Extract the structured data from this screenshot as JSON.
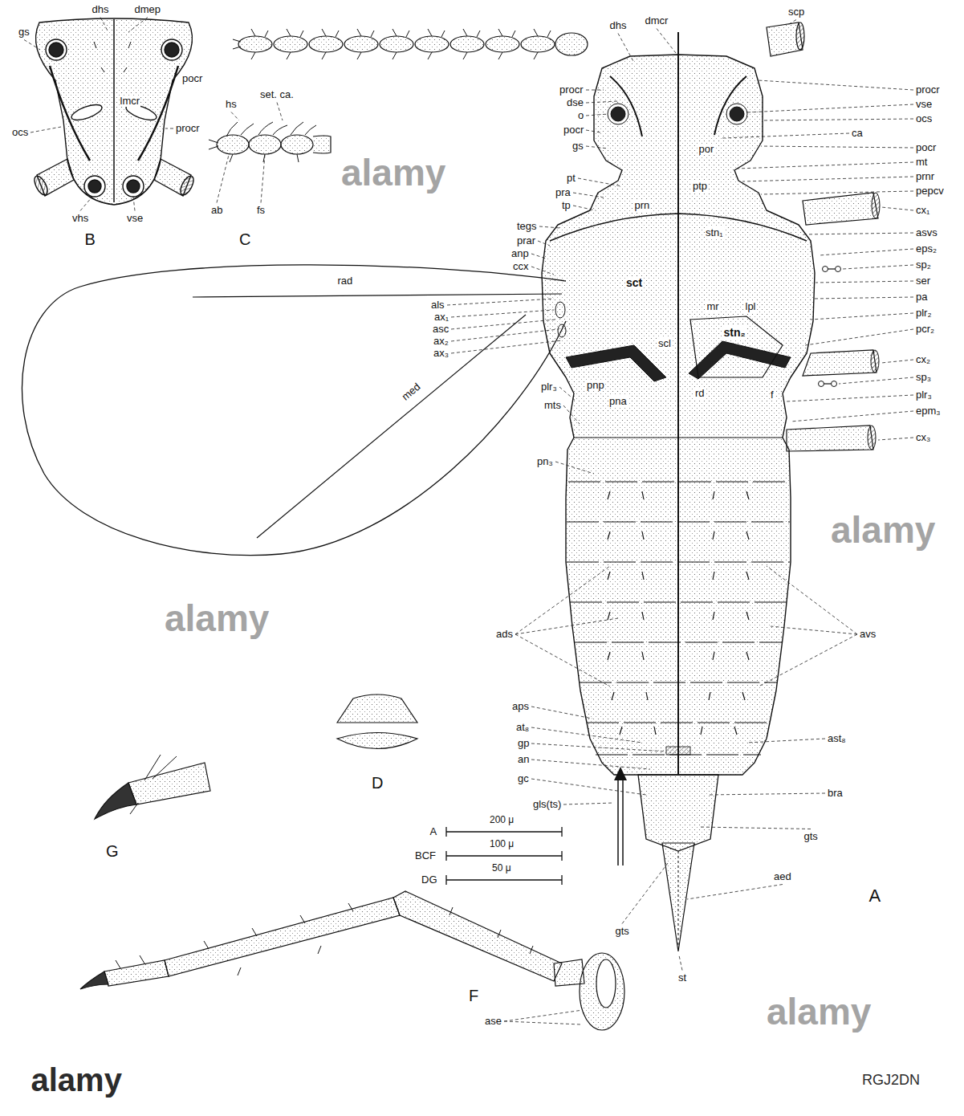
{
  "diagram": {
    "labels": [
      "dhs",
      "dmep",
      "gs",
      "lmcr",
      "pocr",
      "ocs",
      "procr",
      "vhs",
      "vse",
      "B",
      "set. ca.",
      "hs",
      "ab",
      "fs",
      "C",
      "dhs",
      "dmcr",
      "scp",
      "procr",
      "dse",
      "o",
      "pocr",
      "gs",
      "pt",
      "pra",
      "tp",
      "tegs",
      "prar",
      "anp",
      "ccx",
      "als",
      "ax₁",
      "asc",
      "ax₂",
      "ax₃",
      "rad",
      "med",
      "plr₃",
      "mts",
      "pn₃",
      "ads",
      "aps",
      "at₈",
      "gp",
      "an",
      "gc",
      "gls(ts)",
      "gts",
      "st",
      "aed",
      "gts",
      "bra",
      "ast₈",
      "avs",
      "A",
      "procr",
      "vse",
      "ocs",
      "ca",
      "pocr",
      "mt",
      "prnr",
      "pepcv",
      "cx₁",
      "asvs",
      "eps₂",
      "sp₂",
      "ser",
      "pa",
      "plr₂",
      "pcr₂",
      "cx₂",
      "sp₃",
      "plr₃",
      "epm₃",
      "cx₃",
      "prn",
      "sct",
      "scl",
      "pnp",
      "pna",
      "por",
      "ptp",
      "stn₁",
      "mr",
      "lpl",
      "stn₂",
      "rd",
      "f",
      "D",
      "A",
      "200 μ",
      "BCF",
      "100 μ",
      "DG",
      "50 μ",
      "G",
      "F",
      "ase",
      "alamy",
      "alamy",
      "alamy",
      "alamy",
      "alamy",
      "RGJ2DN"
    ]
  }
}
